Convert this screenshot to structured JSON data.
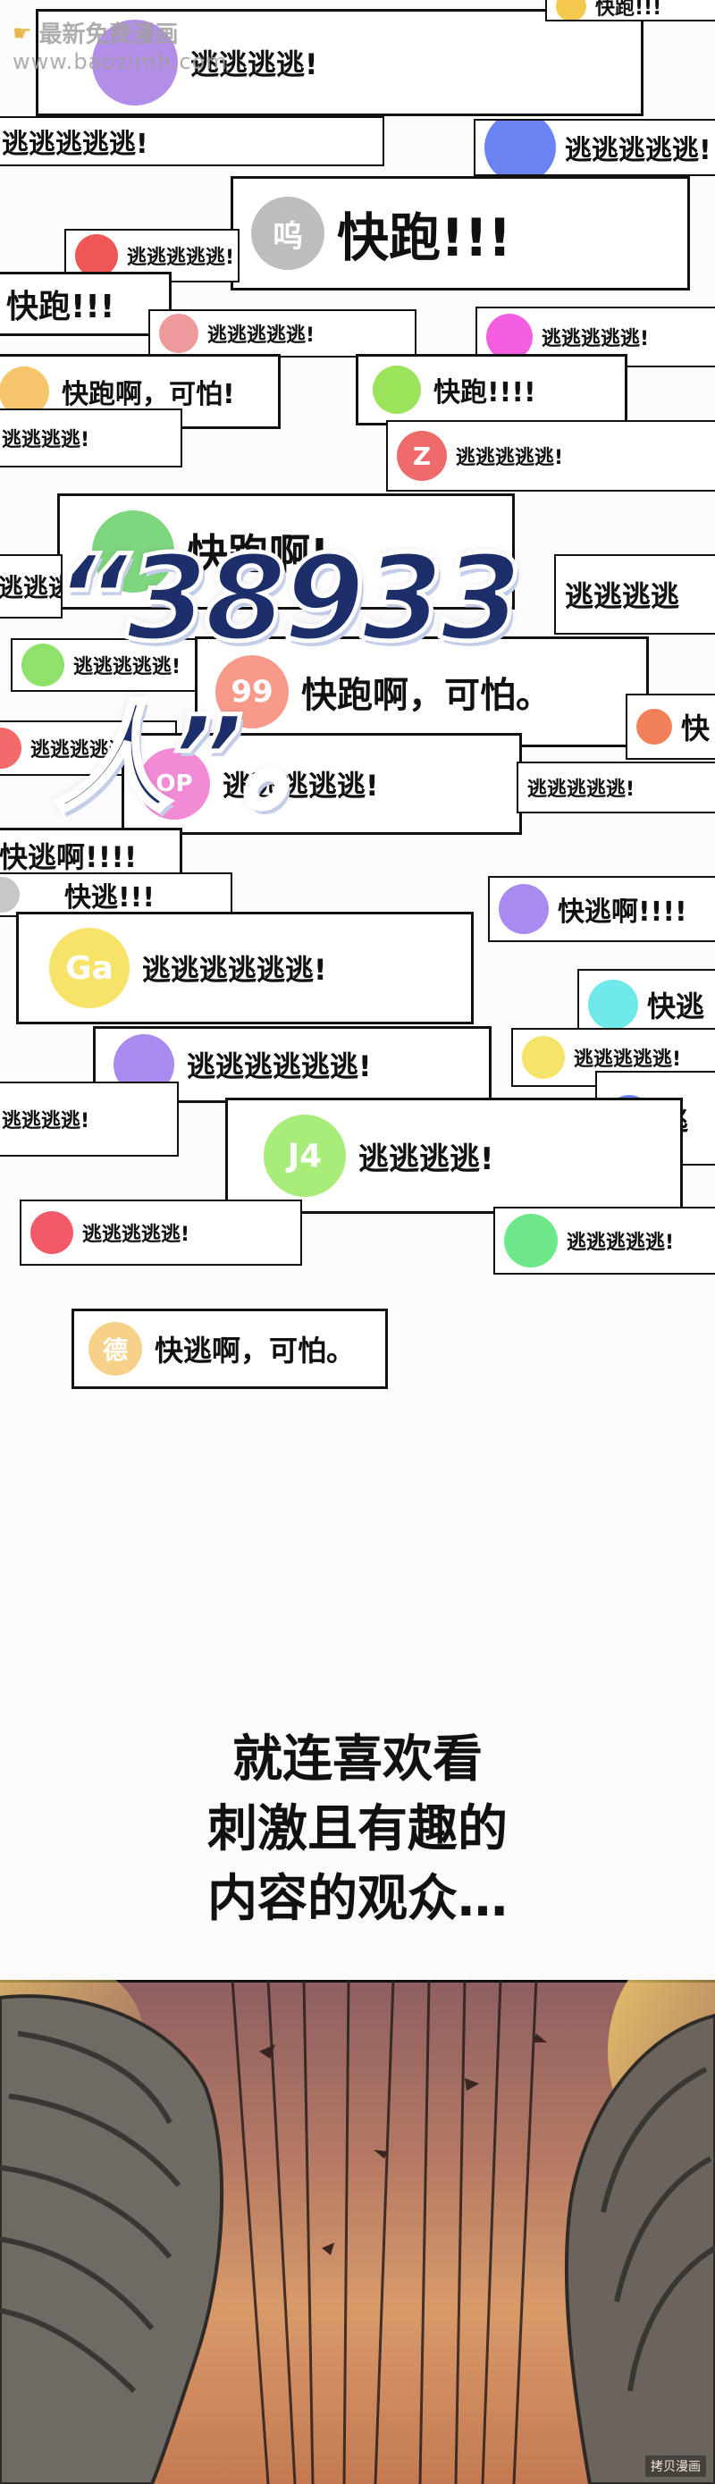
{
  "watermark": {
    "title": "最新免费漫画",
    "url": "www.baozimh.com"
  },
  "big_count": "“38933人”。",
  "comments": [
    {
      "text": "逃逃逃逃!",
      "avatar": "",
      "color": "#b38ee8"
    },
    {
      "text": "快跑!!!",
      "avatar": "",
      "color": "#f2c94c"
    },
    {
      "text": "逃逃逃逃逃!",
      "avatar": "",
      "color": "#5a7cf0"
    },
    {
      "text": "逃逃逃逃逃!",
      "avatar": "",
      "color": "#6b83f2"
    },
    {
      "text": "快跑!!!",
      "avatar": "呜",
      "color": "#bdbdbd"
    },
    {
      "text": "逃逃逃逃逃!",
      "avatar": "",
      "color": "#ef5757"
    },
    {
      "text": "快跑!!!",
      "avatar": "",
      "color": ""
    },
    {
      "text": "逃逃逃逃逃!",
      "avatar": "",
      "color": "#ef9a9a"
    },
    {
      "text": "逃逃逃逃逃!",
      "avatar": "",
      "color": "#f35de0"
    },
    {
      "text": "快跑啊，可怕!",
      "avatar": "",
      "color": "#f4c56b"
    },
    {
      "text": "快跑!!!!",
      "avatar": "",
      "color": "#9be35b"
    },
    {
      "text": "逃逃逃逃!",
      "avatar": "",
      "color": ""
    },
    {
      "text": "逃逃逃逃逃!",
      "avatar": "Z",
      "color": "#ef6a6a"
    },
    {
      "text": "快跑啊!",
      "avatar": "",
      "color": "#7ed67e"
    },
    {
      "text": "逃逃逃逃",
      "avatar": "",
      "color": "#ef6a5a"
    },
    {
      "text": "逃逃逃逃",
      "avatar": "",
      "color": ""
    },
    {
      "text": "逃逃逃逃逃!",
      "avatar": "",
      "color": "#90e26a"
    },
    {
      "text": "快跑啊，可怕。",
      "avatar": "99",
      "color": "#f79a8a"
    },
    {
      "text": "快",
      "avatar": "",
      "color": "#f2805a"
    },
    {
      "text": "逃逃逃逃逃!",
      "avatar": "",
      "color": "#f26a6a"
    },
    {
      "text": "逃逃逃逃逃!",
      "avatar": "OP",
      "color": "#f28ad6"
    },
    {
      "text": "逃逃逃逃逃!",
      "avatar": "",
      "color": ""
    },
    {
      "text": "快逃啊!!!!",
      "avatar": "",
      "color": ""
    },
    {
      "text": "快逃!!!",
      "avatar": "",
      "color": "#c7c7c7"
    },
    {
      "text": "快逃啊!!!!",
      "avatar": "",
      "color": "#a98af0"
    },
    {
      "text": "逃逃逃逃逃逃!",
      "avatar": "Ga",
      "color": "#f7e36a"
    },
    {
      "text": "快逃",
      "avatar": "",
      "color": "#6ee8e8"
    },
    {
      "text": "逃逃逃逃逃逃!",
      "avatar": "",
      "color": "#a98af0"
    },
    {
      "text": "逃逃逃逃逃!",
      "avatar": "",
      "color": "#f7e36a"
    },
    {
      "text": "逃逃逃逃!",
      "avatar": "",
      "color": ""
    },
    {
      "text": "逃",
      "avatar": "",
      "color": "#6b83f2"
    },
    {
      "text": "逃逃逃逃!",
      "avatar": "J4",
      "color": "#a8ec7a"
    },
    {
      "text": "逃逃逃逃逃!",
      "avatar": "",
      "color": "#f25a6a"
    },
    {
      "text": "逃逃逃逃逃!",
      "avatar": "",
      "color": "#6ee88a"
    },
    {
      "text": "快逃啊，可怕。",
      "avatar": "德",
      "color": "#f7d08a"
    }
  ],
  "narration": [
    "就连喜欢看",
    "刺激且有趣的",
    "内容的观众…"
  ],
  "credit": "拷贝漫画"
}
